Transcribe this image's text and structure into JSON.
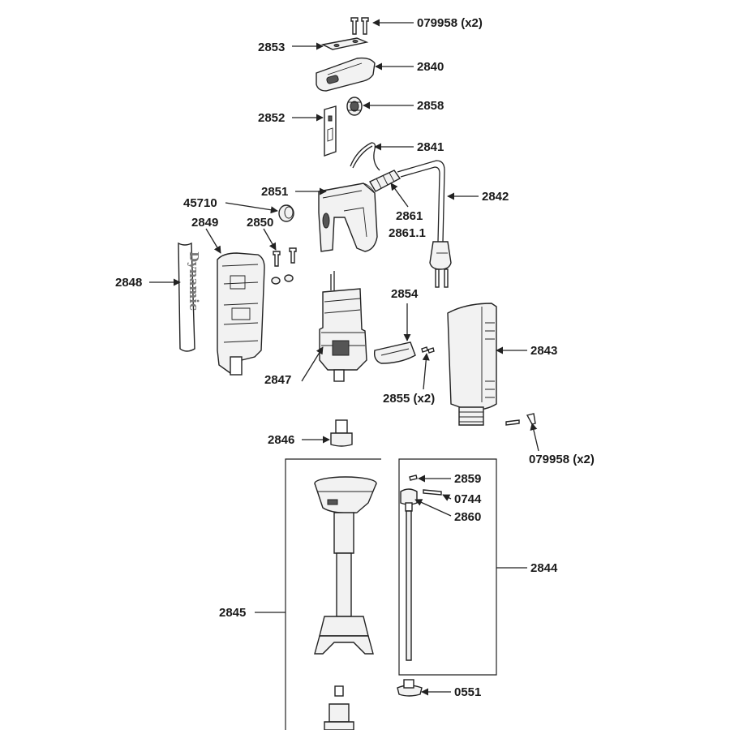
{
  "labels": {
    "p079958_top": "079958 (x2)",
    "p2853": "2853",
    "p2840": "2840",
    "p2858": "2858",
    "p2852": "2852",
    "p2841": "2841",
    "p2851": "2851",
    "p2842": "2842",
    "p45710": "45710",
    "p2861": "2861",
    "p2861_1": "2861.1",
    "p2849": "2849",
    "p2850": "2850",
    "p2848": "2848",
    "p2854": "2854",
    "p2843": "2843",
    "p2847": "2847",
    "p2855": "2855 (x2)",
    "p2846": "2846",
    "p079958_bottom": "079958 (x2)",
    "p2859": "2859",
    "p0744": "0744",
    "p2860": "2860",
    "p2844": "2844",
    "p2845": "2845",
    "p0551": "0551"
  },
  "logo_text": "Dynamic",
  "colors": {
    "line": "#222222",
    "fill": "#f2f2f2",
    "text": "#1a1a1a"
  }
}
